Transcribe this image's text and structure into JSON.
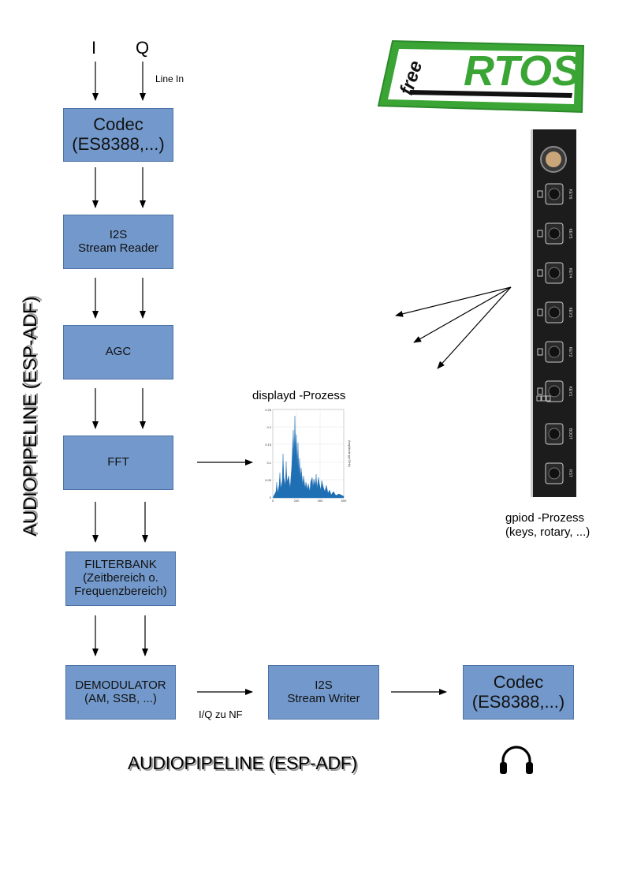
{
  "inputs": {
    "i": "I",
    "q": "Q",
    "line_in": "Line In"
  },
  "blocks": {
    "codec_in": [
      "Codec",
      "(ES8388,...)"
    ],
    "i2s_reader": [
      "I2S",
      "Stream Reader"
    ],
    "agc": [
      "AGC"
    ],
    "fft": [
      "FFT"
    ],
    "filterbank": [
      "FILTERBANK",
      "(Zeitbereich o.",
      "Frequenzbereich)"
    ],
    "demodulator": [
      "DEMODULATOR",
      "(AM, SSB, ...)"
    ],
    "i2s_writer": [
      "I2S",
      "Stream Writer"
    ],
    "codec_out": [
      "Codec",
      "(ES8388,...)"
    ]
  },
  "labels": {
    "iq_nf": "I/Q zu NF",
    "pipeline_vertical": "AUDIOPIPELINE (ESP-ADF)",
    "pipeline_horizontal": "AUDIOPIPELINE (ESP-ADF)",
    "displayd": "displayd -Prozess",
    "gpiod": [
      "gpiod -Prozess",
      "(keys, rotary, ...)"
    ]
  },
  "logo": {
    "free": "free",
    "rtos": "RTOS",
    "color": "#3aa535"
  },
  "spectrum": {
    "y_ticks": [
      "0.25",
      "0.2",
      "0.15",
      "0.1",
      "0.05",
      "0"
    ],
    "x_ticks": [
      "0",
      "200",
      "400",
      "600"
    ],
    "ylabel": "Amplitude (g^2/Hz)"
  },
  "keys": [
    "KEY6",
    "KEY5",
    "KEY4",
    "KEY3",
    "KEY2",
    "KEY1",
    "BOOT",
    "RST"
  ],
  "icons": {
    "headphones": "headphones-icon"
  },
  "colors": {
    "block_fill": "#7399cc",
    "block_border": "#4d73a6",
    "spectrum": "#1f6fb4",
    "board": "#1c1c1c"
  }
}
